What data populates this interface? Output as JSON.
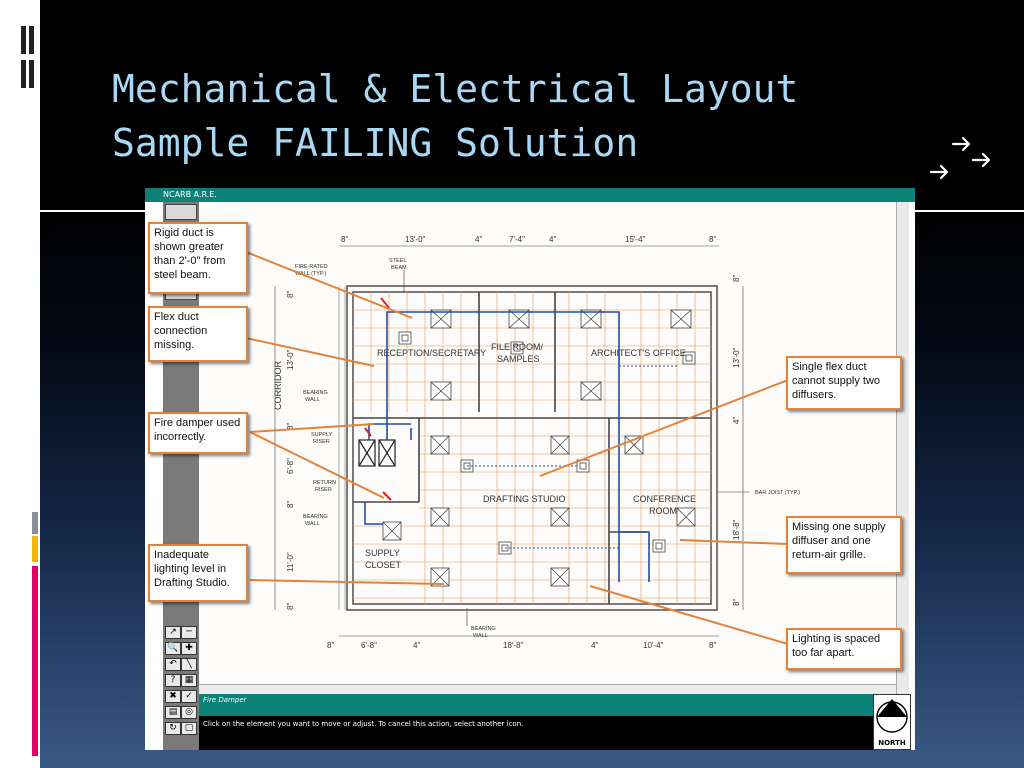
{
  "slide": {
    "title_line1": "Mechanical & Electrical Layout",
    "title_line2": "Sample FAILING Solution"
  },
  "colors": {
    "title": "#a9d8f5",
    "accent_bar_1": "#8a8f96",
    "accent_bar_2": "#f5b40a",
    "accent_bar_3": "#e3006a",
    "titlebar": "#0b8277",
    "callout_border": "#e3833a",
    "grid": "#e59a55",
    "duct": "#1d4ea8",
    "annotation_line": "#e3833a"
  },
  "app": {
    "title": "NCARB A.R.E.",
    "status_text": "Fire Damper",
    "instruction_text": "Click on the element you want to move or adjust.  To cancel this action, select another icon.",
    "north_label": "NORTH"
  },
  "plan": {
    "top_dims": [
      "8\"",
      "13'-0\"",
      "4\"",
      "7'-4\"",
      "4\"",
      "15'-4\"",
      "8\""
    ],
    "bottom_dims": [
      "8\"",
      "6'-8\"",
      "4\"",
      "18'-8\"",
      "4\"",
      "10'-4\"",
      "8\""
    ],
    "left_dims": [
      "8\"",
      "13'-0\"",
      "8\"",
      "6'-8\"",
      "8\"",
      "11'-0\"",
      "8\""
    ],
    "right_dims": [
      "8\"",
      "13'-0\"",
      "4\"",
      "18'-8\"",
      "8\""
    ],
    "rooms": [
      "RECEPTION/SECRETARY",
      "FILE ROOM/",
      "SAMPLES",
      "ARCHITECT'S OFFICE",
      "DRAFTING STUDIO",
      "CONFERENCE",
      "ROOM",
      "SUPPLY",
      "CLOSET",
      "CORRIDOR"
    ],
    "labels": [
      "FIRE-RATED",
      "WALL (TYP.)",
      "STEEL",
      "BEAM",
      "BEARING",
      "WALL",
      "SUPPLY",
      "RISER",
      "RETURN",
      "RISER",
      "BEARING",
      "WALL",
      "BAR JOIST (TYP.)",
      "BEARING",
      "WALL"
    ]
  },
  "callouts": [
    {
      "id": "rigid-duct",
      "text": "Rigid duct is shown greater than 2'-0\" from steel beam."
    },
    {
      "id": "flex-duct-connection",
      "text": "Flex duct connection missing."
    },
    {
      "id": "fire-damper",
      "text": "Fire damper used incorrectly."
    },
    {
      "id": "lighting-level",
      "text": "Inadequate lighting level in Drafting Studio."
    },
    {
      "id": "single-flex-duct",
      "text": "Single flex duct cannot supply two diffusers."
    },
    {
      "id": "missing-supply",
      "text": "Missing one supply diffuser and one return-air grille."
    },
    {
      "id": "lighting-spaced",
      "text": "Lighting is spaced too far apart."
    }
  ]
}
